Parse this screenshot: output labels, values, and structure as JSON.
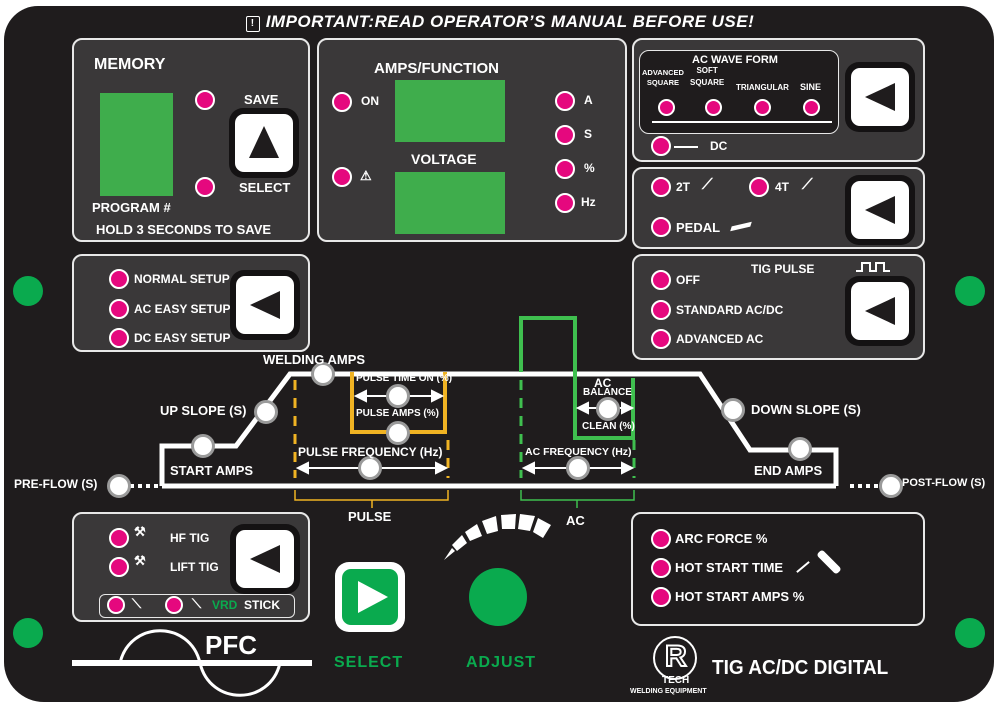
{
  "header": {
    "warning_icon": "manual-book-icon",
    "text": "IMPORTANT:READ OPERATOR’S MANUAL BEFORE USE!"
  },
  "memory": {
    "title": "MEMORY",
    "program_label": "PROGRAM #",
    "hold_note": "HOLD 3 SECONDS TO SAVE",
    "save_label": "SAVE",
    "select_label": "SELECT",
    "button_icon": "up-triangle-icon"
  },
  "amps_function": {
    "title": "AMPS/FUNCTION",
    "voltage_title": "VOLTAGE",
    "on_label": "ON",
    "warning_icon": "warning-triangle-icon",
    "units": [
      "A",
      "S",
      "%",
      "Hz"
    ]
  },
  "ac_wave_form": {
    "title": "AC WAVE FORM",
    "options": [
      {
        "line1": "ADVANCED",
        "line2": "SQUARE"
      },
      {
        "line1": "SOFT",
        "line2": "SQUARE"
      },
      {
        "line1": "",
        "line2": "TRIANGULAR"
      },
      {
        "line1": "",
        "line2": "SINE"
      }
    ],
    "dc_label": "DC"
  },
  "trigger_mode": {
    "options": [
      "2T",
      "4T",
      "PEDAL"
    ]
  },
  "tig_pulse": {
    "title": "TIG PULSE",
    "options": [
      "OFF",
      "STANDARD AC/DC",
      "ADVANCED AC"
    ]
  },
  "setup": {
    "options": [
      "NORMAL SETUP",
      "AC EASY SETUP",
      "DC EASY SETUP"
    ]
  },
  "sequence": {
    "pre_flow": "PRE-FLOW (S)",
    "start_amps": "START AMPS",
    "up_slope": "UP SLOPE (S)",
    "welding_amps": "WELDING AMPS",
    "pulse_time_on": "PULSE TIME ON (%)",
    "pulse_amps": "PULSE AMPS (%)",
    "pulse_frequency": "PULSE FREQUENCY (Hz)",
    "pulse": "PULSE",
    "ac_title": "AC",
    "ac_balance": "BALANCE",
    "ac_clean": "CLEAN (%)",
    "ac_frequency": "AC FREQUENCY (Hz)",
    "ac": "AC",
    "down_slope": "DOWN SLOPE (S)",
    "end_amps": "END AMPS",
    "post_flow": "POST-FLOW (S)"
  },
  "process": {
    "hf_tig": "HF TIG",
    "lift_tig": "LIFT TIG",
    "vrd": "VRD",
    "stick": "STICK"
  },
  "pfc": "PFC",
  "select_label": "SELECT",
  "adjust_label": "ADJUST",
  "stick_params": {
    "options": [
      "ARC FORCE %",
      "HOT START TIME",
      "HOT START AMPS %"
    ]
  },
  "brand": {
    "logo_letter": "R",
    "logo_sub": "TECH",
    "tagline": "WELDING EQUIPMENT",
    "model": "TIG AC/DC DIGITAL"
  },
  "colors": {
    "panel": "#1f1c1d",
    "box": "#3a3839",
    "led": "#e5087e",
    "green": "#0aaa4e",
    "pulse_orange": "#f0b323",
    "ac_green": "#3fbf4f"
  }
}
